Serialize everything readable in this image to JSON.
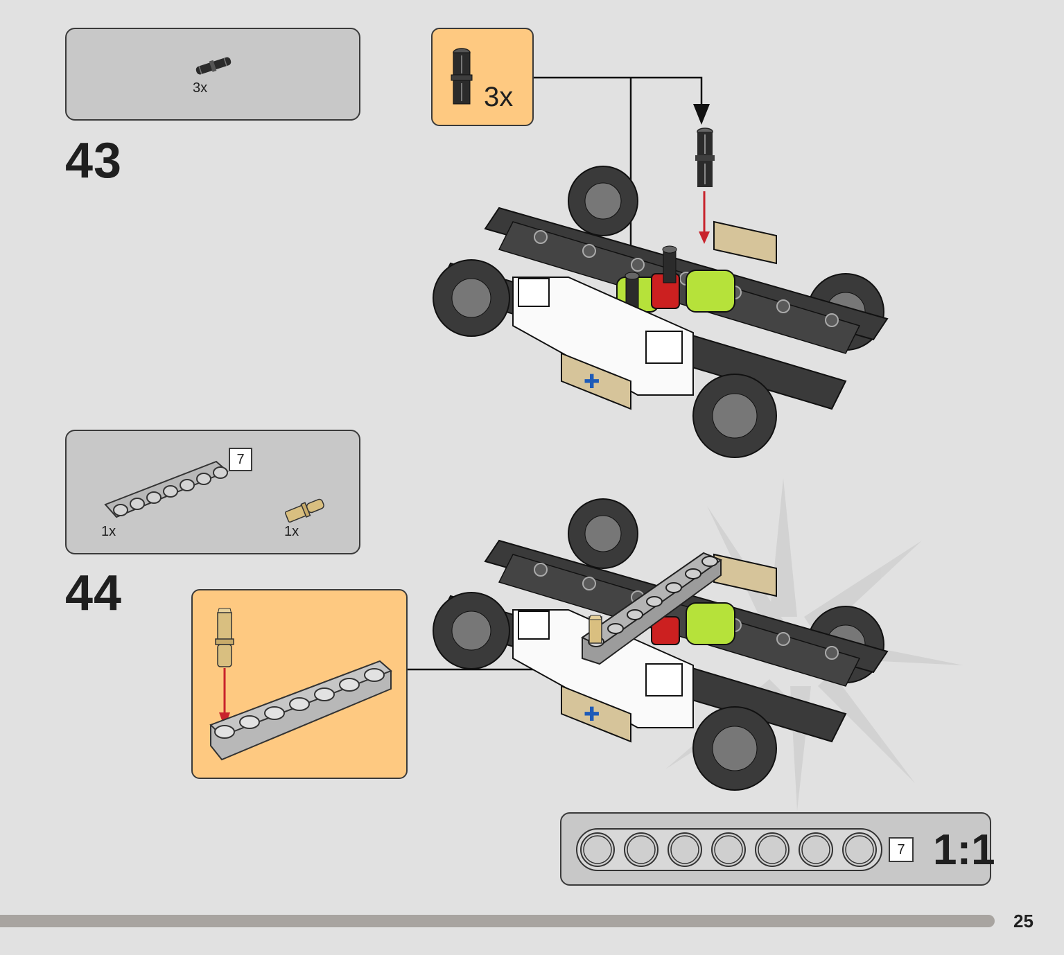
{
  "steps": [
    {
      "number": "43",
      "parts": [
        {
          "qty": "3x",
          "icon": "black-friction-pin-icon"
        }
      ],
      "callout": {
        "qty": "3x",
        "icon": "black-friction-pin-icon"
      }
    },
    {
      "number": "44",
      "parts": [
        {
          "qty": "1x",
          "icon": "grey-beam-icon",
          "length": "7"
        },
        {
          "qty": "1x",
          "icon": "tan-axle-pin-icon"
        }
      ]
    }
  ],
  "ruler": {
    "length": "7",
    "scale": "1:1"
  },
  "page_number": "25",
  "colors": {
    "background": "#e1e1e1",
    "parts_box": "#c8c8c8",
    "callout": "#fec981",
    "arrow_red": "#c8232c",
    "progress": "#a8a4a0"
  }
}
